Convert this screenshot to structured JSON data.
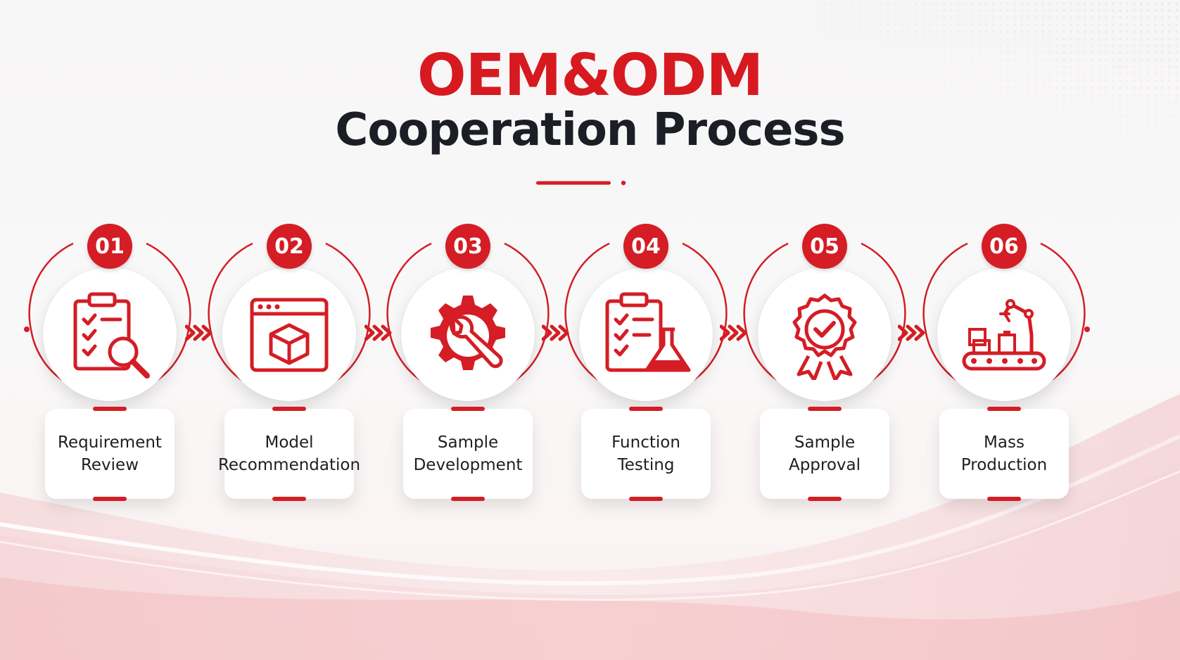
{
  "header": {
    "title_line1": "OEM&ODM",
    "title_line2": "Cooperation Process"
  },
  "colors": {
    "accent": "#d41d25",
    "title_red": "#d71920",
    "title_dark": "#1c1e26",
    "card_bg": "#ffffff"
  },
  "steps": [
    {
      "number": "01",
      "label": "Requirement\nReview",
      "icon": "clipboard-search-icon"
    },
    {
      "number": "02",
      "label": "Model\nRecommendation",
      "icon": "browser-box-icon"
    },
    {
      "number": "03",
      "label": "Sample\nDevelopment",
      "icon": "gear-wrench-icon"
    },
    {
      "number": "04",
      "label": "Function\nTesting",
      "icon": "clipboard-flask-icon"
    },
    {
      "number": "05",
      "label": "Sample\nApproval",
      "icon": "award-badge-icon"
    },
    {
      "number": "06",
      "label": "Mass\nProduction",
      "icon": "robot-conveyor-icon"
    }
  ]
}
